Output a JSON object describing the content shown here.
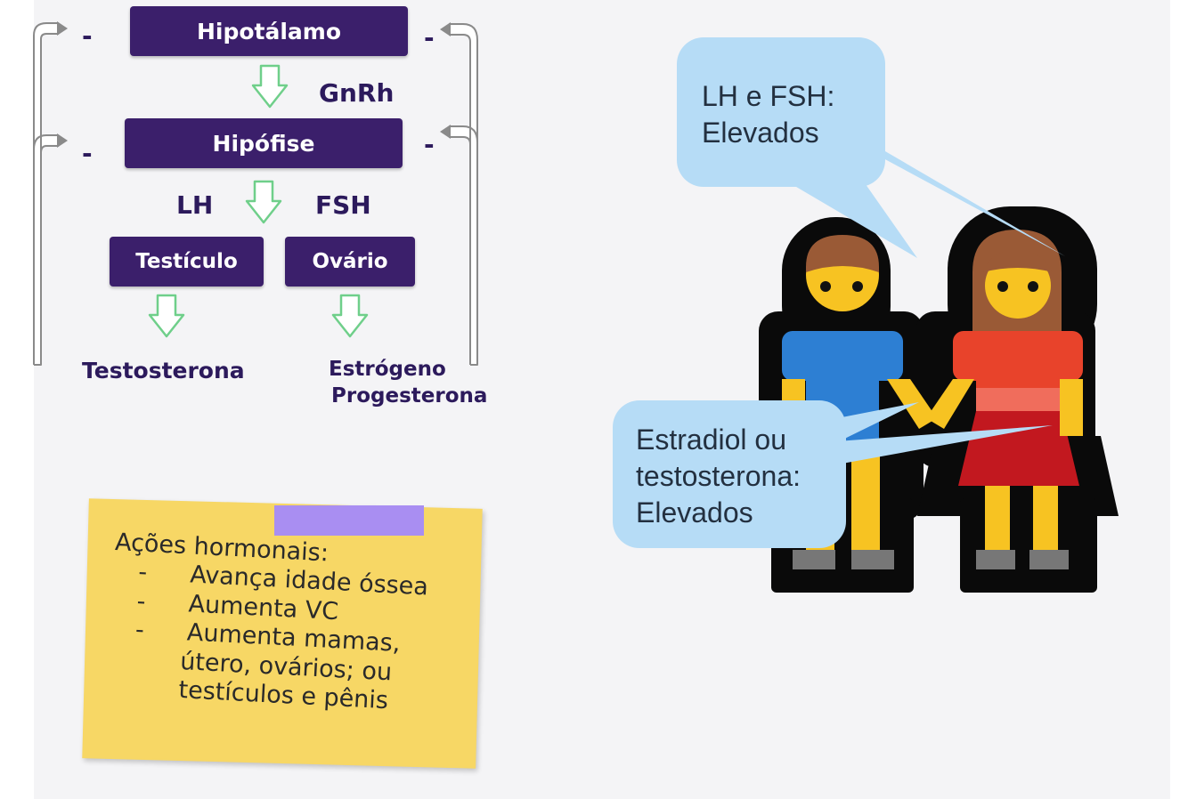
{
  "boxes": {
    "hypothalamus": "Hipotálamo",
    "pituitary": "Hipófise",
    "testis": "Testículo",
    "ovary": "Ovário"
  },
  "hormones": {
    "gnrh": "GnRh",
    "lh": "LH",
    "fsh": "FSH",
    "testosterone": "Testosterona",
    "estrogen": "Estrógeno",
    "progesterone": "Progesterona"
  },
  "feedback_sign": "-",
  "note": {
    "title": "Ações hormonais:",
    "bullet_marker": "-",
    "items": [
      "Avança idade óssea",
      "Aumenta VC",
      "Aumenta mamas,"
    ],
    "continuation": [
      "útero, ovários; ou",
      "testículos e pênis"
    ]
  },
  "bubbles": {
    "top": [
      "LH e FSH:",
      "Elevados"
    ],
    "bottom": [
      "Estradiol ou",
      "testosterona:",
      "Elevados"
    ]
  },
  "colors": {
    "box": "#3b1f6b",
    "text_purple": "#2c1a5c",
    "arrow_green": "#6fcf8a",
    "note": "#f7d765",
    "tape": "#a98ef2",
    "bubble": "#b6dcf6",
    "boy_shirt": "#2d7fd3",
    "girl_dress": "#e8432b",
    "skin": "#f7c322",
    "hair": "#9a5a36"
  }
}
